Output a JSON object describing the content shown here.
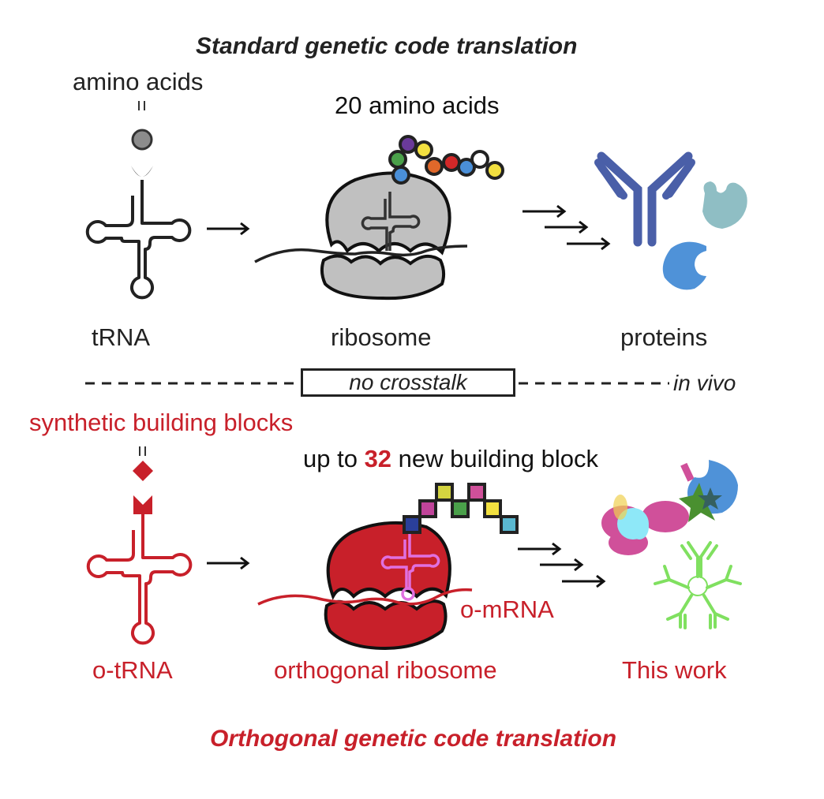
{
  "top": {
    "title": "Standard genetic code translation",
    "amino_acids_label": "amino acids",
    "amino_acid_count_label": "20 amino acids",
    "trna_label": "tRNA",
    "ribosome_label": "ribosome",
    "proteins_label": "proteins",
    "chain_colors": [
      "#4a8fd8",
      "#4aa04a",
      "#6a3a9a",
      "#f2e040",
      "#e0682a",
      "#d42828",
      "#4a8fd8",
      "#ffffff",
      "#f2e040"
    ],
    "ribosome_color": "#c0c0c0",
    "antibody_color": "#4a5fa8",
    "protein_teal_color": "#8fbec4",
    "protein_blue_color": "#4f92d8"
  },
  "divider": {
    "center_label": "no crosstalk",
    "right_label": "in vivo"
  },
  "bottom": {
    "synthetic_label": "synthetic building blocks",
    "new_blocks_prefix": "up to ",
    "new_blocks_count": "32",
    "new_blocks_suffix": " new building block",
    "otrna_label": "o-tRNA",
    "ortho_ribosome_label": "orthogonal ribosome",
    "omrna_label": "o-mRNA",
    "this_work_label": "This work",
    "title": "Orthogonal genetic code translation",
    "block_colors": [
      "#2a3f9a",
      "#c0449a",
      "#d4d440",
      "#4aa04a",
      "#d0509a",
      "#f2e040",
      "#5ab8d0"
    ],
    "accent_color": "#c8202a",
    "ortho_trna_color": "#e070e0",
    "protein_green_color": "#80e060"
  }
}
